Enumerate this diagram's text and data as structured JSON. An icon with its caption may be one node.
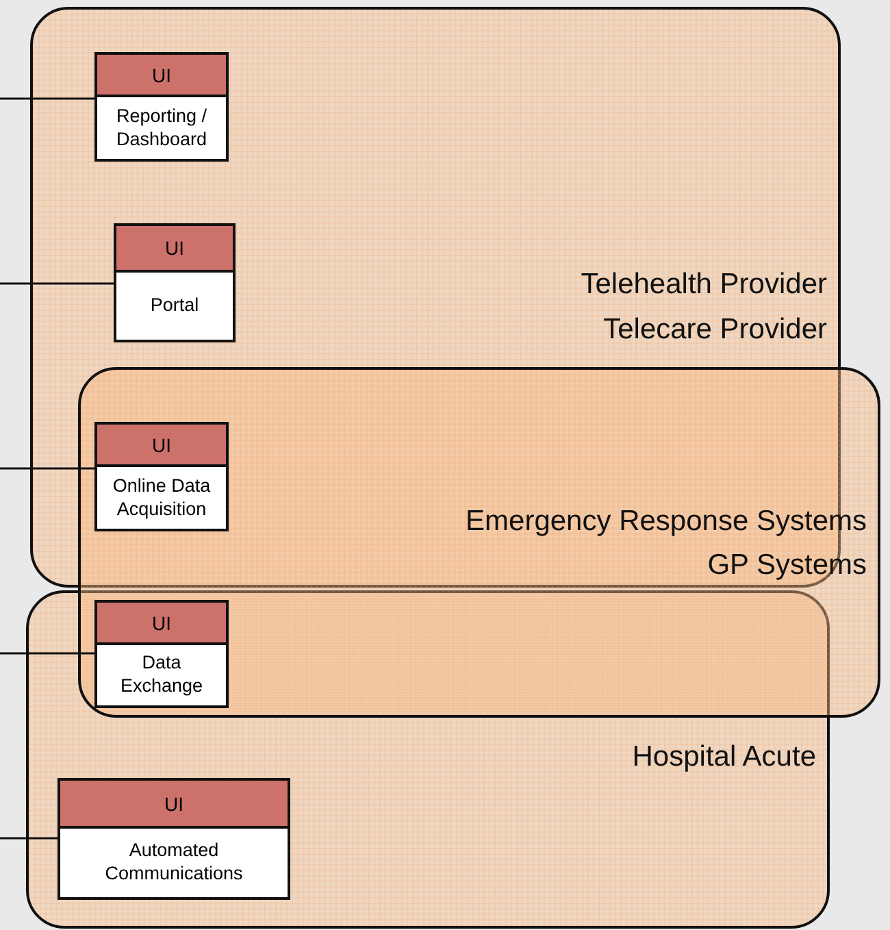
{
  "diagram": {
    "nodes": [
      {
        "text": [
          "Telehealth Provider",
          "Telecare Provider"
        ]
      },
      {
        "text": [
          "UI",
          "Reporting / Dashboard"
        ],
        "in": 0
      },
      {
        "text": [
          "UI",
          "Portal"
        ],
        "in": 0
      },
      {
        "text": [
          "Emergency Response Systems",
          "GP Systems"
        ]
      },
      {
        "text": [
          "UI",
          "Online Data Acquisition"
        ]
      },
      {
        "text": [
          "Hospital Acute"
        ]
      },
      {
        "text": [
          "UI",
          "Data Exchange"
        ]
      },
      {
        "text": [
          "UI",
          "Automated Communications"
        ],
        "in": 5
      }
    ],
    "edges": [
      {
        "from": null,
        "to": 1,
        "arrow": "none"
      },
      {
        "from": null,
        "to": 2,
        "arrow": "none"
      },
      {
        "from": null,
        "to": 4,
        "arrow": "none"
      },
      {
        "from": null,
        "to": 6,
        "arrow": "none"
      },
      {
        "from": null,
        "to": 7,
        "arrow": "none"
      }
    ]
  }
}
